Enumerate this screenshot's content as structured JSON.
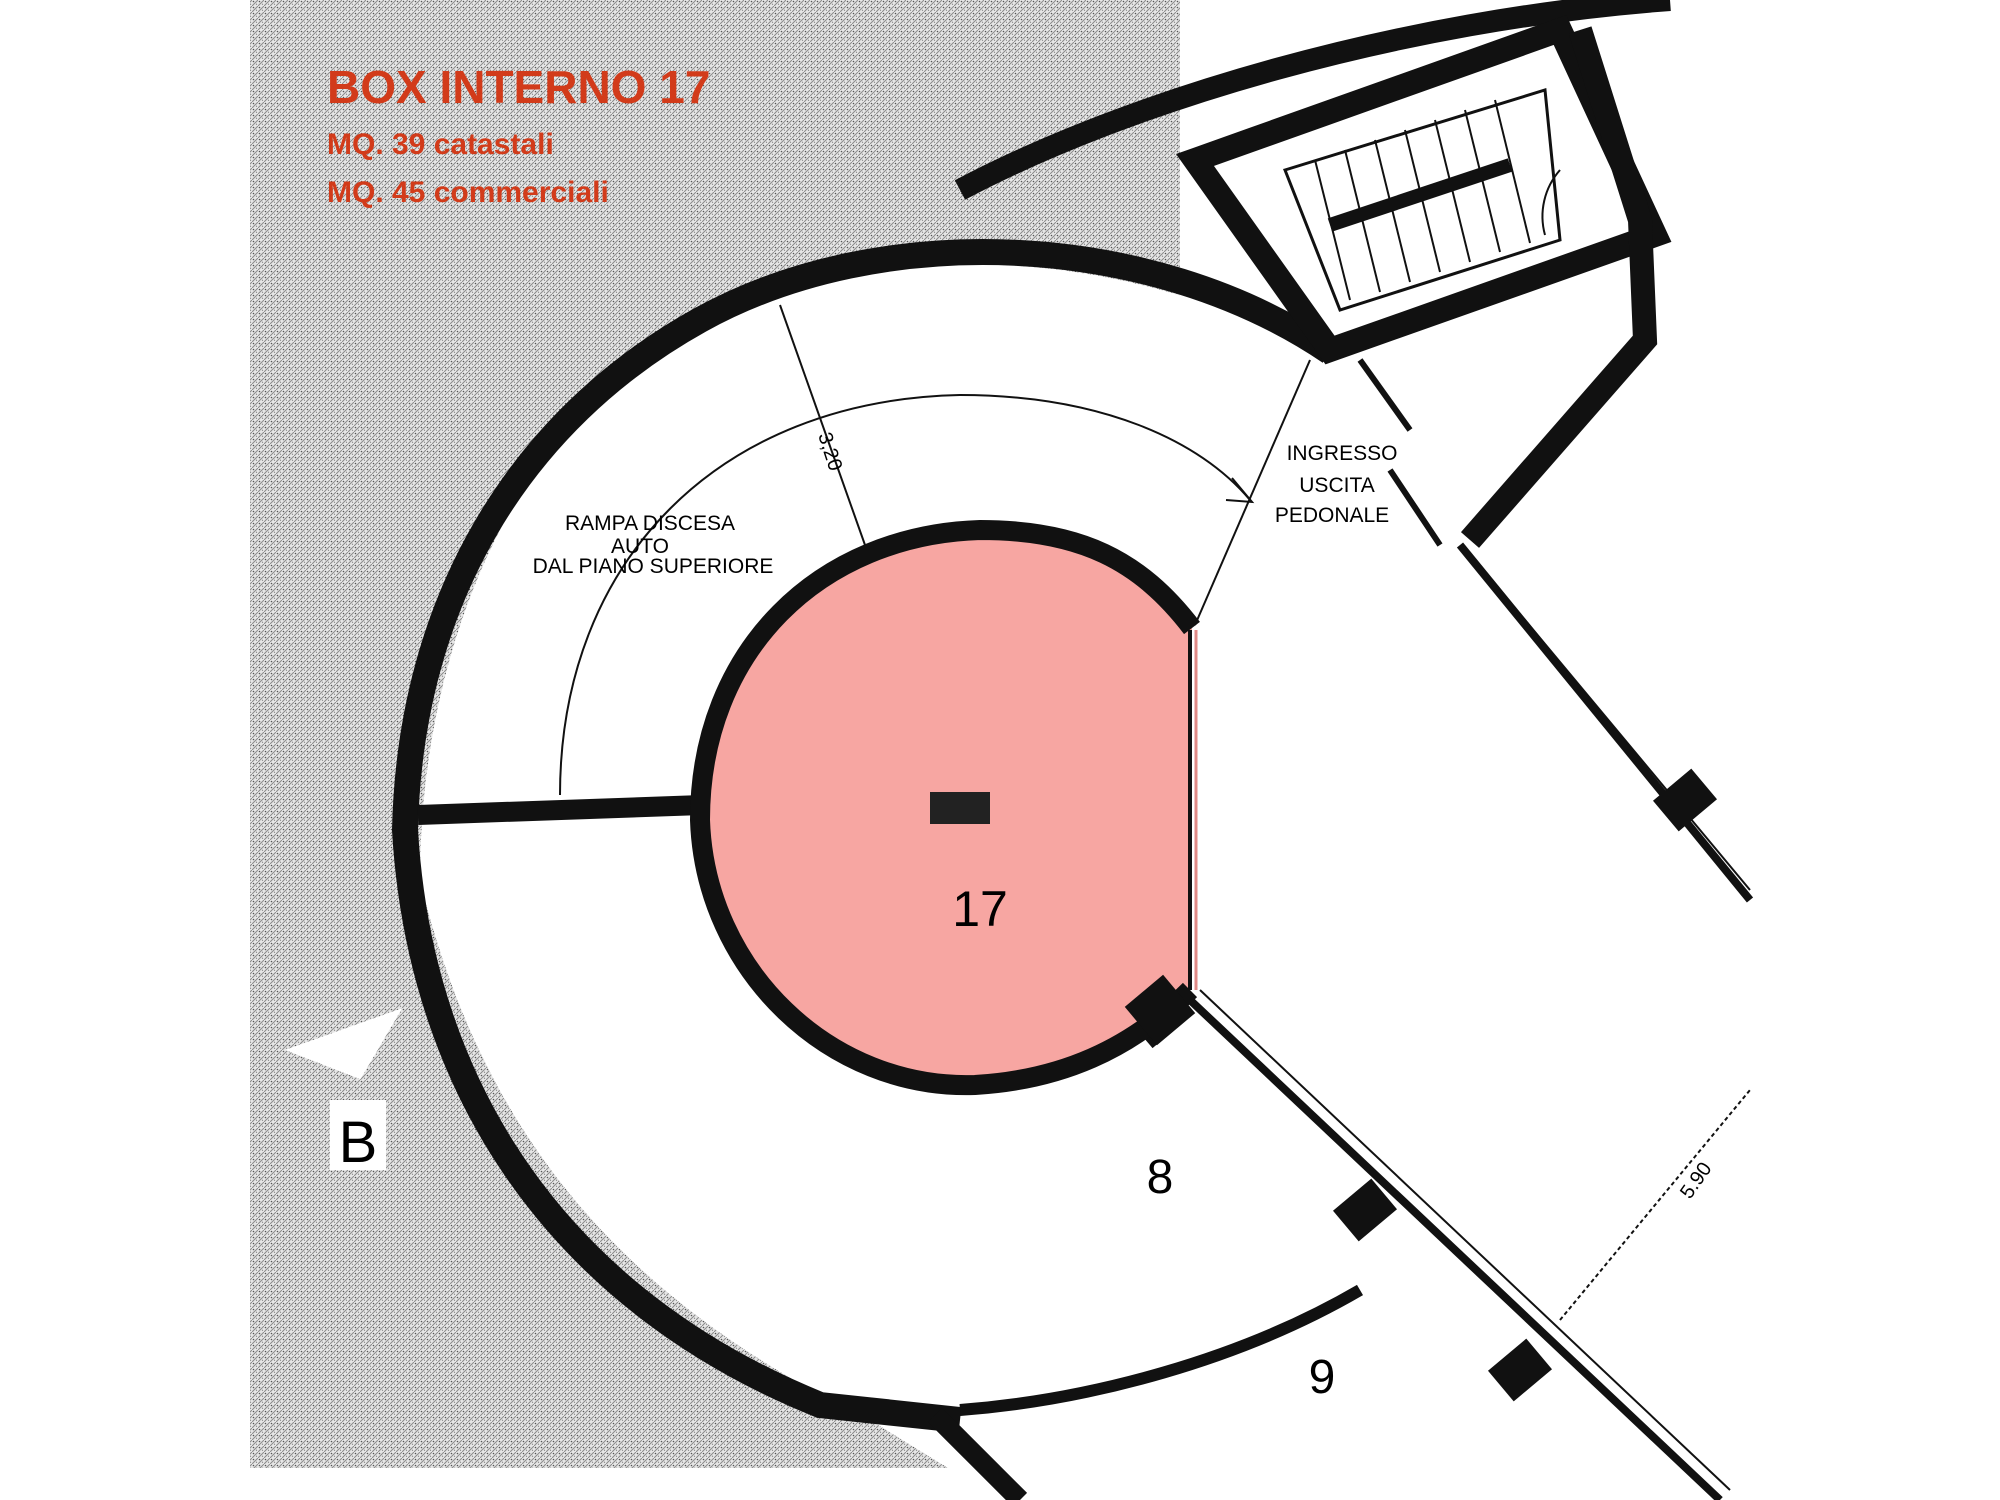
{
  "header": {
    "title": "BOX INTERNO 17",
    "subtitle_1": "MQ. 39 catastali",
    "subtitle_2": "MQ. 45 commerciali"
  },
  "plan": {
    "ramp_label": [
      "RAMPA DISCESA",
      "AUTO",
      "DAL PIANO SUPERIORE"
    ],
    "entrance_label": [
      "INGRESSO",
      "USCITA",
      "PEDONALE"
    ],
    "ramp_width_dimension": "3,20",
    "side_dimension": "5.90",
    "unit_highlighted": "17",
    "unit_8": "8",
    "unit_9": "9",
    "section_marker": "B"
  },
  "colors": {
    "highlight_fill": "#f7a6a2",
    "header_text": "#d23b1a",
    "wall": "#111111",
    "terrain": "#d9d9d9"
  }
}
